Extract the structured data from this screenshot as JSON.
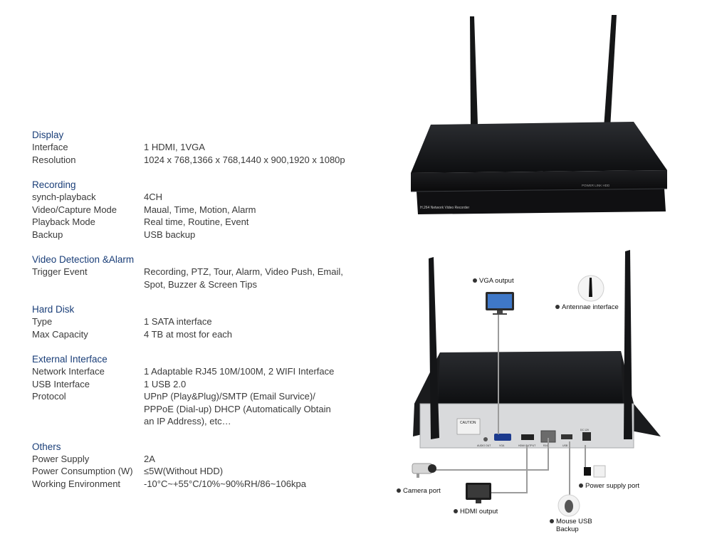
{
  "sections": [
    {
      "id": "display",
      "title": "Display",
      "rows": [
        {
          "label": "Interface",
          "value": "1 HDMI, 1VGA"
        },
        {
          "label": "Resolution",
          "value": "1024 x 768,1366 x 768,1440 x 900,1920 x 1080p"
        }
      ]
    },
    {
      "id": "recording",
      "title": "Recording",
      "rows": [
        {
          "label": "synch-playback",
          "value": "4CH"
        },
        {
          "label": "Video/Capture Mode",
          "value": "Maual, Time, Motion, Alarm"
        },
        {
          "label": "Playback Mode",
          "value": "Real time, Routine, Event"
        },
        {
          "label": "Backup",
          "value": "USB backup"
        }
      ]
    },
    {
      "id": "alarm",
      "title": "Video Detection &Alarm",
      "rows": [
        {
          "label": "Trigger Event",
          "value": "Recording, PTZ, Tour, Alarm, Video Push, Email,\nSpot, Buzzer & Screen Tips"
        }
      ]
    },
    {
      "id": "hdd",
      "title": "Hard Disk",
      "rows": [
        {
          "label": "Type",
          "value": "1 SATA interface"
        },
        {
          "label": "Max Capacity",
          "value": "4 TB at most for each"
        }
      ]
    },
    {
      "id": "external",
      "title": "External Interface",
      "rows": [
        {
          "label": "Network Interface",
          "value": "1 Adaptable RJ45 10M/100M, 2 WIFI Interface"
        },
        {
          "label": "USB Interface",
          "value": "1 USB 2.0"
        },
        {
          "label": "Protocol",
          "value": "UPnP (Play&Plug)/SMTP (Email Survice)/\nPPPoE (Dial-up) DHCP (Automatically Obtain\n an IP Address), etc…"
        }
      ]
    },
    {
      "id": "others",
      "title": "Others",
      "rows": [
        {
          "label": "Power Supply",
          "value": " 2A"
        },
        {
          "label": "Power Consumption (W)",
          "value": "≤5W(Without HDD)"
        },
        {
          "label": "Working Environment",
          "value": "-10°C~+55°C/10%~90%RH/86~106kpa"
        }
      ]
    }
  ],
  "front_panel": {
    "brand_label": "H.264 Network Video Recorder",
    "indicator_label": "POWER  LINK   HDD"
  },
  "rear_panel": {
    "caution_label": "CAUTION",
    "port_labels": {
      "audio": "AUDIO OUT",
      "vga": "VGA",
      "hdmi": "HDMI OUTPUT",
      "lan": "RJ45",
      "usb": "USB",
      "dc": "DC 12V"
    },
    "callouts": {
      "vga": "VGA output",
      "antenna": "Antennae interface",
      "camera": "Camera port",
      "hdmi": "HDMI output",
      "power": "Power supply port",
      "usb": "Mouse USB\nBackup"
    }
  }
}
